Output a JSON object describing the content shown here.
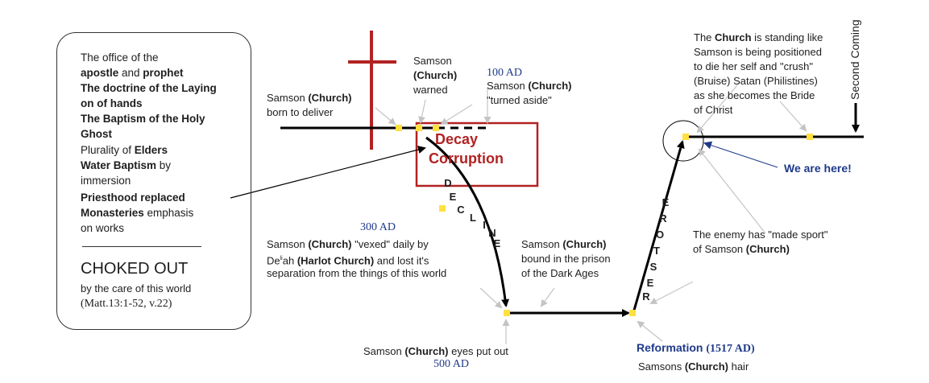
{
  "left_box": {
    "line1": "The office of the",
    "line2a": "apostle",
    "line2b": " and ",
    "line2c": "prophet",
    "line3": "The doctrine of the Laying",
    "line4": "on of hands",
    "line5": "The Baptism of the Holy",
    "line6": "Ghost",
    "line7a": "Plurality of ",
    "line7b": "Elders",
    "line8a": "Water Baptism",
    "line8b": " by",
    "line9": "immersion",
    "line10": "Priesthood replaced",
    "line11a": "Monasteries",
    "line11b": " emphasis",
    "line12": "on works",
    "choked": "CHOKED OUT",
    "care": "by the care of this world",
    "ref": "(Matt.13:1-52, v.22)"
  },
  "labels": {
    "born_1": "Samson ",
    "born_1b": "(Church)",
    "born_2": "born to deliver",
    "warned_1": "Samson",
    "warned_2": "(Church)",
    "warned_3": "warned",
    "ad100": "100 AD",
    "turned_1": "Samson ",
    "turned_1b": "(Church)",
    "turned_2": "\"turned aside\"",
    "decay": "Decay",
    "corruption": "Corruption",
    "ad300": "300 AD",
    "vexed_1a": "Samson ",
    "vexed_1b": "(Church)",
    "vexed_1c": " \"vexed\" daily by",
    "vexed_2a": "De",
    "vexed_2sup": "li",
    "vexed_2b": "ah ",
    "vexed_2c": "(Harlot Church)",
    "vexed_2d": " and lost it's",
    "vexed_3": "separation from the things of this world",
    "prison_1a": "Samson ",
    "prison_1b": "(Church)",
    "prison_2": "bound in the prison",
    "prison_3": "of the Dark Ages",
    "eyes_a": "Samson ",
    "eyes_b": "(Church)",
    "eyes_c": " eyes put out",
    "ad500": "500 AD",
    "reformation_a": "Reformation ",
    "reformation_b": "(1517 AD)",
    "hair_a": "Samsons ",
    "hair_b": "(Church)",
    "hair_c": " hair",
    "sport_1": "The enemy has \"made sport\"",
    "sport_2a": "of Samson ",
    "sport_2b": "(Church)",
    "standing_1a": "The ",
    "standing_1b": "Church",
    "standing_1c": " is standing like",
    "standing_2": "Samson is being positioned",
    "standing_3": "to die her self and \"crush\"",
    "standing_4": "(Bruise) Satan (Philistines)",
    "standing_5": "as she becomes the Bride",
    "standing_6": "of Christ",
    "we_are_here": "We are here!",
    "second_coming": "Second Coming"
  },
  "vertical_words": {
    "decline": [
      "D",
      "E",
      "C",
      "L",
      "I",
      "N",
      "E"
    ],
    "restore": [
      "E",
      "R",
      "O",
      "T",
      "S",
      "E",
      "R"
    ]
  },
  "colors": {
    "cross": "#b22222",
    "decay_box": "#b22222",
    "marker": "#ffe040",
    "navy": "#1f3a8a",
    "pointer": "#bbbbbb"
  }
}
